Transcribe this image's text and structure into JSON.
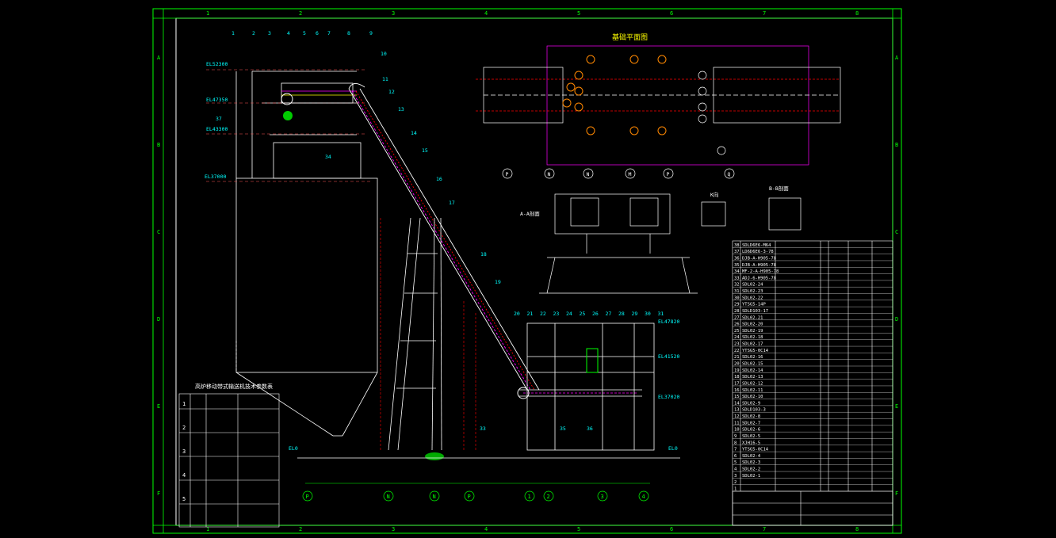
{
  "frame": {
    "columns": [
      "1",
      "2",
      "3",
      "4",
      "5",
      "6",
      "7",
      "8"
    ],
    "rows": [
      "A",
      "B",
      "C",
      "D",
      "E",
      "F"
    ]
  },
  "plan_view": {
    "title": "基础平面图",
    "axis_labels": [
      "P",
      "N",
      "N",
      "M",
      "P",
      "Q"
    ]
  },
  "section_labels": {
    "aa": "A-A剖面",
    "k": "K向",
    "bb": "B-B剖面"
  },
  "elevations": [
    "EL52300",
    "EL47350",
    "EL43300",
    "EL37000",
    "EL47820",
    "EL41520",
    "EL37020",
    "EL0",
    "EL0"
  ],
  "part_callouts_top": [
    "1",
    "2",
    "3",
    "4",
    "5",
    "6",
    "7",
    "8",
    "9",
    "10",
    "11",
    "12",
    "13",
    "14",
    "15",
    "16",
    "17",
    "18",
    "19"
  ],
  "part_callouts_bottom": [
    "20",
    "21",
    "22",
    "23",
    "24",
    "25",
    "26",
    "27",
    "28",
    "29",
    "30",
    "31"
  ],
  "other_callouts": [
    "33",
    "34",
    "35",
    "36",
    "37"
  ],
  "bottom_axes": [
    "P",
    "N",
    "N",
    "P",
    "1",
    "2",
    "3",
    "4"
  ],
  "spec_table": {
    "title": "高炉移动带式输送机技术参数表",
    "rows": [
      "1",
      "2",
      "3",
      "4",
      "5"
    ]
  },
  "bom": {
    "item_numbers": [
      "38",
      "37",
      "36",
      "35",
      "34",
      "33",
      "32",
      "31",
      "30",
      "29",
      "28",
      "27",
      "26",
      "25",
      "24",
      "23",
      "22",
      "21",
      "20",
      "19",
      "18",
      "17",
      "16",
      "15",
      "14",
      "13",
      "12",
      "11",
      "10",
      "9",
      "8",
      "7",
      "6",
      "5",
      "4",
      "3",
      "2",
      "1"
    ],
    "codes": [
      "SDLD6E6-M64",
      "LD6D6E6-3-78",
      "DJB-A-H905-78",
      "DJB-A-H905-78",
      "MF-2-A-H905-78",
      "ADJ-6-H905-78",
      "SDL02-24",
      "SDL02-23",
      "SDL02-22",
      "YTSG5-14P",
      "SDLD103-17",
      "SDL02-21",
      "SDL02-20",
      "SDL02-19",
      "SDL02-18",
      "SDL02-17",
      "YTSG5-0C14",
      "SDL02-16",
      "SDL02-15",
      "SDL02-14",
      "SDL02-13",
      "SDL02-12",
      "SDL02-11",
      "SDL02-10",
      "SDL02-9",
      "SDLD103-3",
      "SDL02-8",
      "SDL02-7",
      "SDL02-6",
      "SDL02-5",
      "XJH16-5",
      "YTSG5-0C14",
      "SDL02-4",
      "SDL02-3",
      "SDL02-2",
      "SDL02-1"
    ]
  }
}
